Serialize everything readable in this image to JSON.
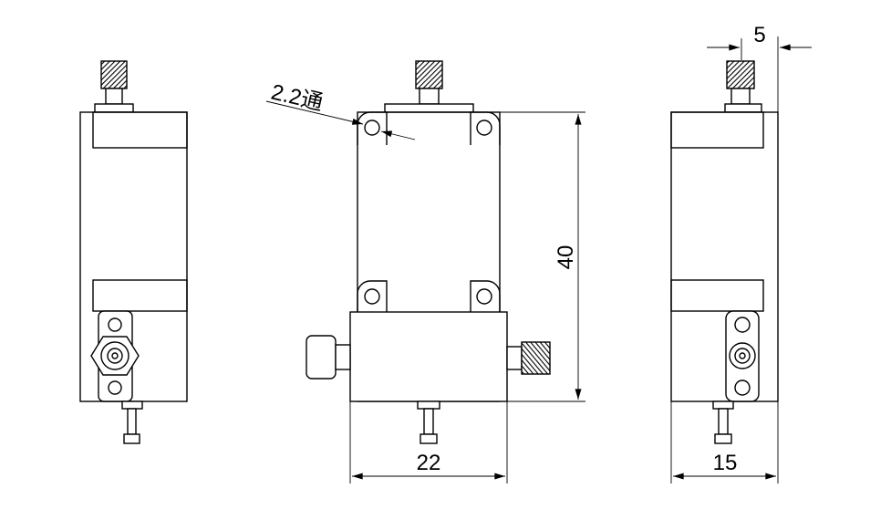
{
  "drawing": {
    "views": [
      "left-side-view",
      "front-view",
      "right-side-view"
    ],
    "line_color": "#000000",
    "background": "#ffffff",
    "dimensions": {
      "hole_callout": "2.2通",
      "height": "40",
      "width_front": "22",
      "width_side": "15",
      "screw_width": "5"
    }
  }
}
